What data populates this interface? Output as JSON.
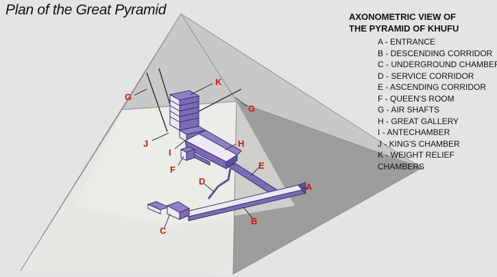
{
  "title": "Plan of the Great Pyramid",
  "legend_title": [
    "AXONOMETRIC VIEW OF",
    "THE PYRAMID OF KHUFU"
  ],
  "legend": [
    "A - ENTRANCE",
    "B - DESCENDING CORRIDOR",
    "C - UNDERGROUND CHAMBER",
    "D - SERVICE CORRIDOR",
    "E - ASCENDING CORRIDOR",
    "F - QUEEN'S ROOM",
    "G - AIR SHAFTS",
    "H - GREAT GALLERY",
    "I - ANTECHAMBER",
    "J - KING'S CHAMBER",
    "K - WEIGHT RELIEF",
    "CHAMBERS"
  ],
  "labels": {
    "a": "A",
    "b": "B",
    "c": "C",
    "d": "D",
    "e": "E",
    "f": "F",
    "g_left": "G",
    "g_right": "G",
    "h": "H",
    "i": "I",
    "j": "J",
    "k": "K"
  },
  "colors": {
    "background": "#e4e4e4",
    "label": "#d01616",
    "structure": "#7b6bb8",
    "structure_light": "#ece9f3"
  }
}
